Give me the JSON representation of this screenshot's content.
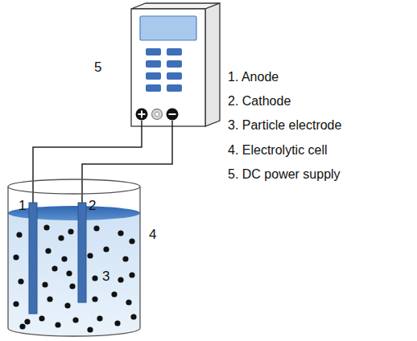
{
  "diagram": {
    "labels": [
      "5",
      "1",
      "2",
      "3",
      "4",
      "1. Anode",
      "2. Cathode",
      "3. Particle electrode",
      "4. Electrolytic cell",
      "5. DC power supply"
    ]
  }
}
